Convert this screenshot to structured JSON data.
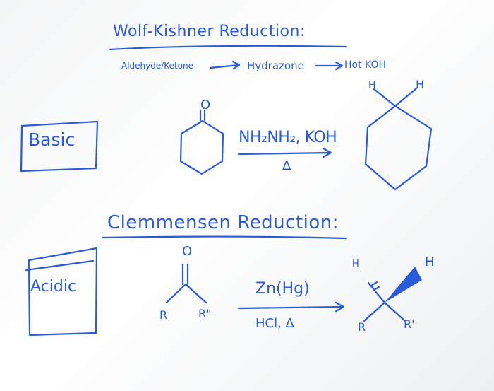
{
  "wolff_kishner": {
    "title": "Wolf-Kishner Reduction:",
    "sequence": [
      "Aldehyde/Ketone",
      "Hydrazone",
      "Hot KOH"
    ],
    "condition_box": "Basic",
    "carbonyl_label": "O",
    "reagent": "NH₂NH₂, KOH",
    "heat": "Δ",
    "product_h_left": "H",
    "product_h_right": "H"
  },
  "clemmensen": {
    "title": "Clemmensen Reduction:",
    "condition_box": "Acidic",
    "carbonyl_label": "O",
    "substituent_left": "R",
    "substituent_right": "R\"",
    "reagent_top": "Zn(Hg)",
    "reagent_bottom": "HCl, Δ",
    "product_left": "R",
    "product_right": "R'",
    "product_h_left": "H",
    "product_h_right": "H"
  },
  "colors": {
    "marker": "#2a5bd7",
    "board": "#f7f8f9"
  }
}
